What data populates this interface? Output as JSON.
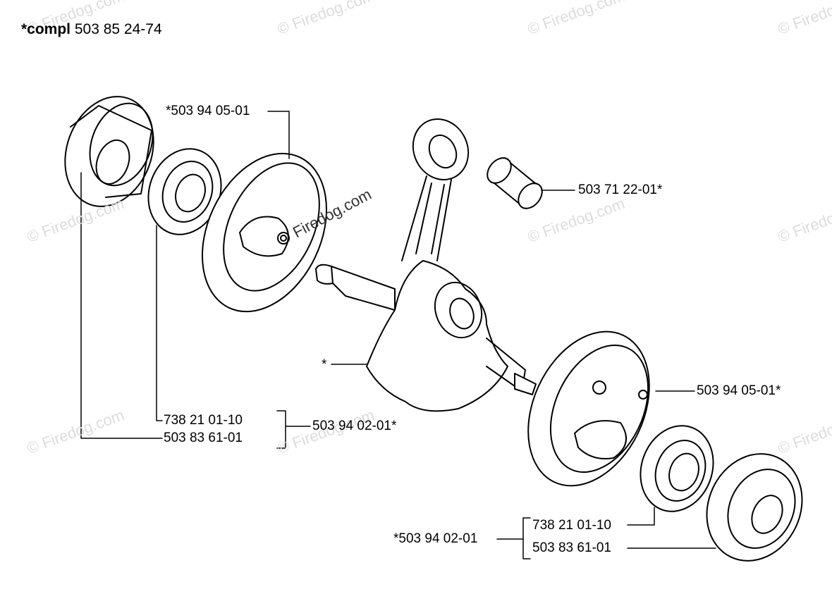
{
  "title": {
    "prefix": "*compl",
    "number": "503 85 24-74"
  },
  "labels": {
    "flywheel_half_top": "*503 94 05-01",
    "needle_bearing": "503 71 22-01*",
    "crank_star": "*",
    "flywheel_half_bottom": "503 94 05-01*",
    "bearing_left": "738 21 01-10",
    "seal_left": "503 83 61-01",
    "kit_left": "503 94 02-01*",
    "kit_right": "*503 94 02-01",
    "bearing_right": "738 21 01-10",
    "seal_right": "503 83 61-01"
  },
  "watermark": "© Firedog.com",
  "watermark_short": "Firedog.com"
}
